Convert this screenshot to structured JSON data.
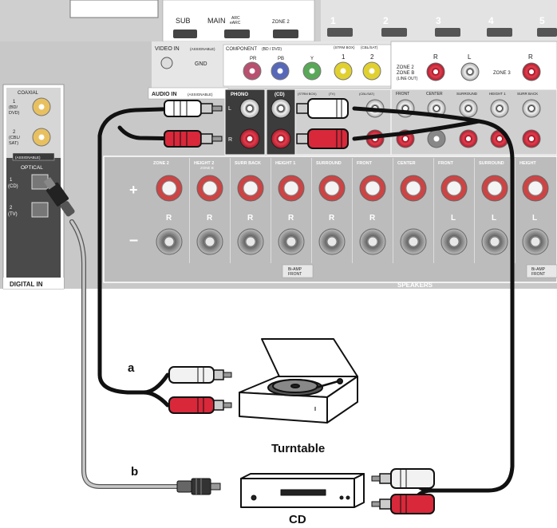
{
  "hdmi_labels": [
    "SUB",
    "MAIN",
    "ZONE 2"
  ],
  "hdmi_main_sub": "ARC\neARC",
  "hdmi_numbers": [
    "1",
    "2",
    "3",
    "4",
    "5"
  ],
  "video_in_label": "VIDEO IN",
  "video_in_sub": "(ASSIGNABLE)",
  "gnd_label": "GND",
  "component_label": "COMPONENT",
  "component_sub": "(BD / DVD)",
  "component_jacks": [
    "PR",
    "PB",
    "Y"
  ],
  "video_labels": [
    "(STRM BOX)",
    "(CBL/SAT)"
  ],
  "video_numbers": [
    "1",
    "2"
  ],
  "zone2_out_label": "ZONE 2\nZONE B\n(LINE OUT)",
  "zone3_label": "ZONE 3",
  "rl_labels": [
    "R",
    "L"
  ],
  "coaxial_label": "COAXIAL",
  "coax1_label": "1\n(BD/\nDVD)",
  "coax2_label": "2\n(CBL/\nSAT)",
  "optical_label": "OPTICAL",
  "optical_assignable": "(ASSIGNABLE)",
  "optical1_label": "1\n(CD)",
  "optical2_label": "2\n(TV)",
  "digital_in_label": "DIGITAL IN",
  "audio_in_label": "AUDIO IN",
  "audio_in_sub": "(ASSIGNABLE)",
  "audio_jack_labels": [
    "PHONO",
    "(CD)",
    "(STRM BOX)",
    "(TV)",
    "(CBL/SAT)"
  ],
  "preout_labels": [
    "FRONT",
    "CENTER",
    "SURROUND",
    "HEIGHT 1",
    "SURR BACK"
  ],
  "speaker_labels": [
    "ZONE 2",
    "HEIGHT 2",
    "SURR BACK",
    "HEIGHT 1",
    "SURROUND",
    "FRONT",
    "CENTER",
    "FRONT",
    "SURROUND",
    "HEIGHT"
  ],
  "speaker_sub_labels": {
    "height2": "ZONE B"
  },
  "speaker_channel_letters": [
    "R",
    "R",
    "R",
    "R",
    "R",
    "R",
    "",
    "L",
    "L",
    "L"
  ],
  "bi_amp_label": "Bi-AMP\nFRONT",
  "bi_amp_label2": "Bi-AMP\nFRONT",
  "speakers_label": "SPEAKERS",
  "plus_sign": "+",
  "minus_sign": "–",
  "rca_lr": [
    "L",
    "R"
  ],
  "cable_a": "a",
  "cable_b": "b",
  "turntable_label": "Turntable",
  "cd_label": "CD",
  "colors": {
    "panel": "#d4d4d4",
    "panel_dark": "#9a9a9a",
    "red_jack": "#d8283a",
    "white_jack": "#f0f0f0",
    "optical_cable": "#b8b8b8"
  }
}
